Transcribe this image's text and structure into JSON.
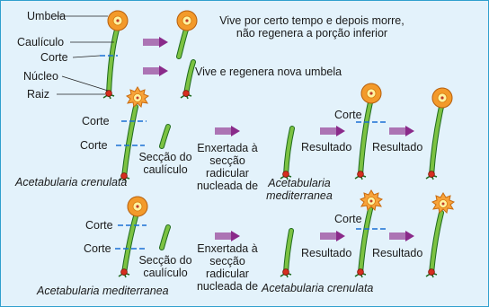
{
  "colors": {
    "background": "#e3f2fb",
    "border": "#2f9fce",
    "stalk": "#7cc242",
    "stalk_outline": "#1f6b1f",
    "cap_outer": "#f39a2a",
    "cap_inner": "#fff3a0",
    "nucleus": "#d62e1f",
    "arrow": "#8a2a8a",
    "cut_line": "#1a6fd4"
  },
  "labels": {
    "umbela": "Umbela",
    "cauliculo": "Caulículo",
    "corte": "Corte",
    "nucleo": "Núcleo",
    "raiz": "Raiz"
  },
  "texts": {
    "top_line1": "Vive por certo tempo e depois morre,",
    "top_line2": "não regenera a porção inferior",
    "mid_line": "Vive e regenera nova umbela",
    "seccao_line1": "Secção do",
    "seccao_line2": "caulículo",
    "enxertada_line1": "Enxertada à",
    "enxertada_line2": "secção",
    "enxertada_line3": "radicular",
    "enxertada_line4": "nucleada de",
    "resultado": "Resultado"
  },
  "species": {
    "crenulata": "Acetabularia crenulata",
    "mediterranea_line1": "Acetabularia",
    "mediterranea_line2": "mediterranea",
    "mediterranea": "Acetabularia mediterranea"
  },
  "icons": [
    "umbrella-cap",
    "frilly-cap",
    "nucleus",
    "graft-arrow",
    "cut-line"
  ]
}
